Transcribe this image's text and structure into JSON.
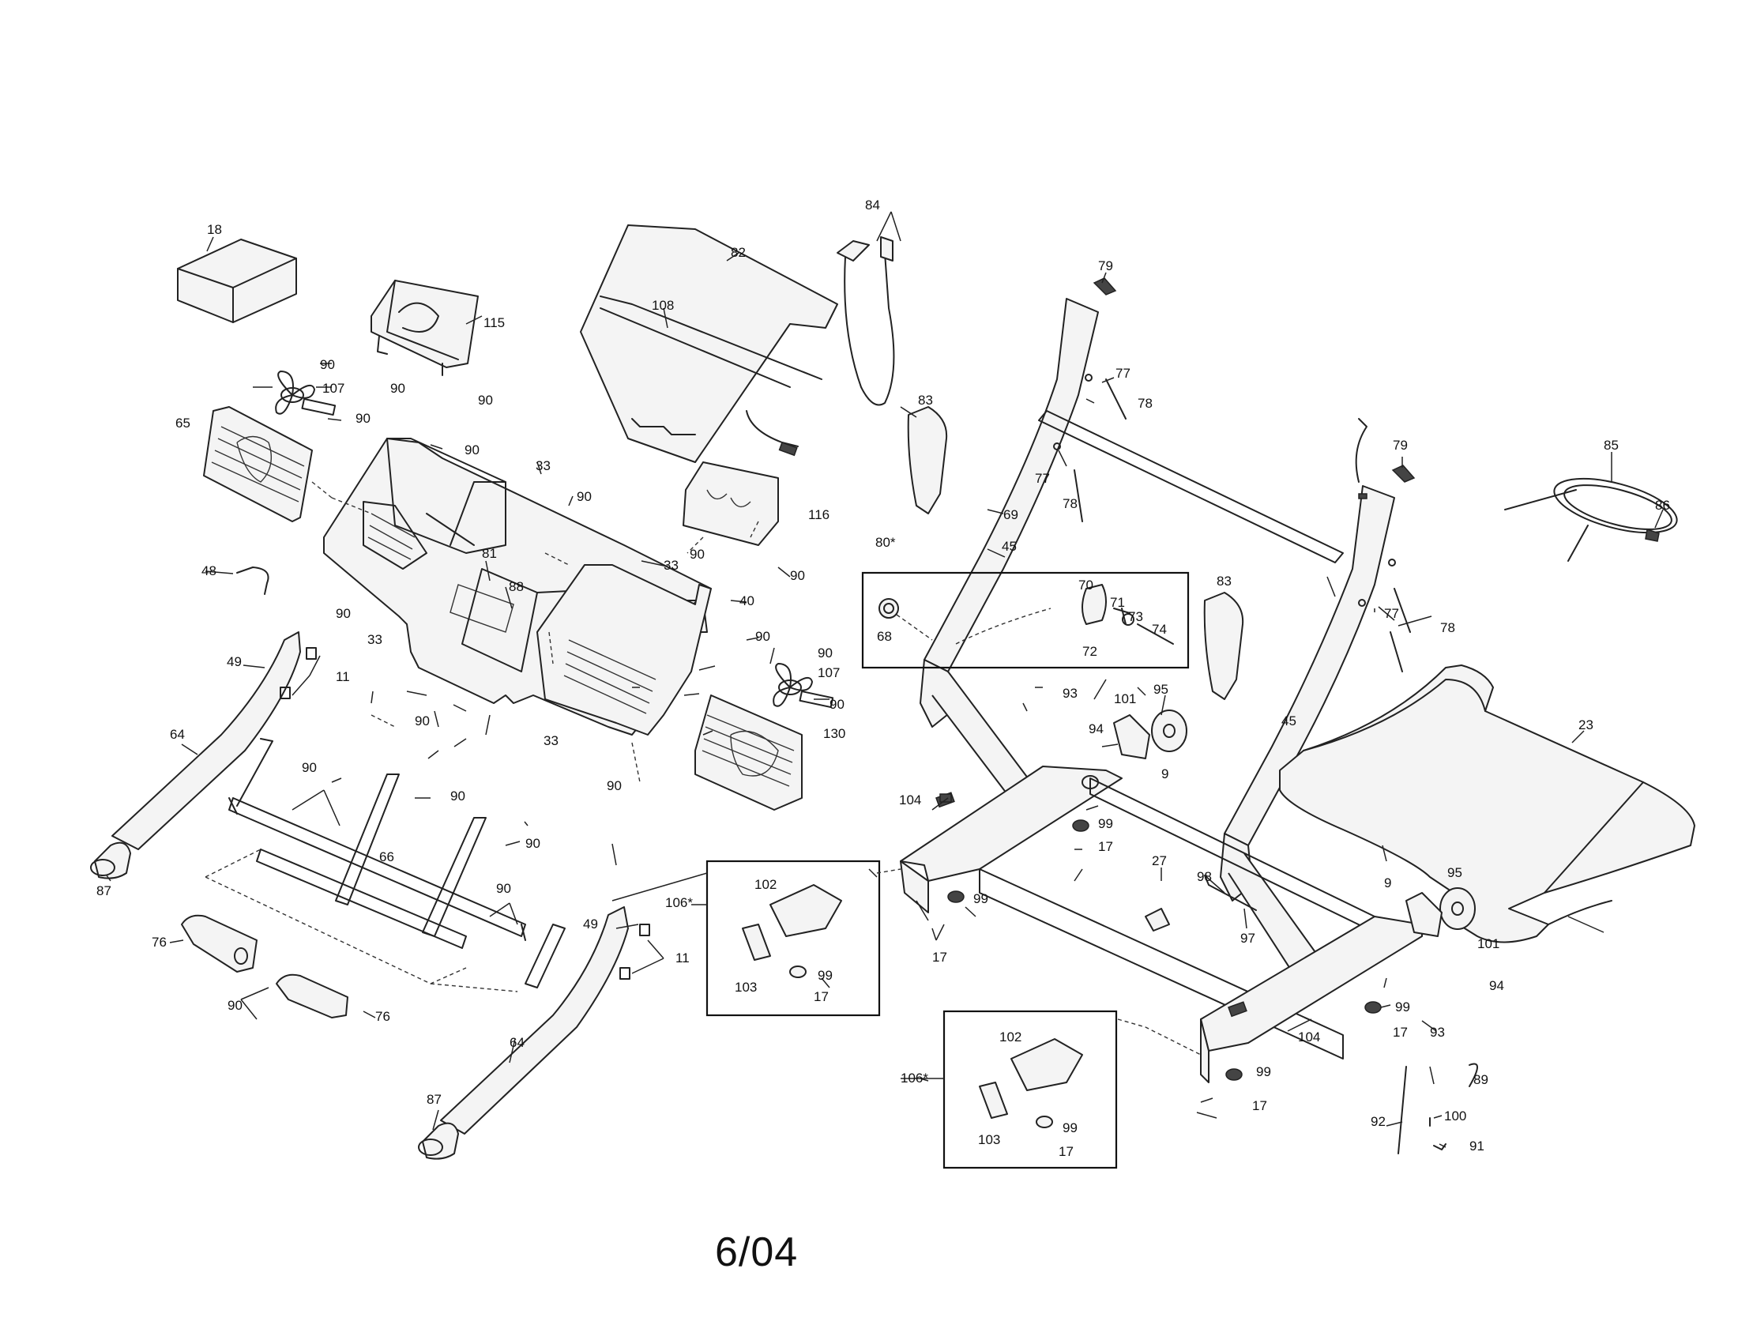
{
  "callouts": {
    "c18": "18",
    "c115": "115",
    "c82": "82",
    "c108": "108",
    "c84": "84",
    "c79a": "79",
    "c79b": "79",
    "c90a": "90",
    "c90b": "90",
    "c90c": "90",
    "c90d": "90",
    "c90e": "90",
    "c90f": "90",
    "c90g": "90",
    "c90h": "90",
    "c90i": "90",
    "c90j": "90",
    "c90k": "90",
    "c90l": "90",
    "c90m": "90",
    "c90n": "90",
    "c90o": "90",
    "c90p": "90",
    "c90q": "90",
    "c107a": "107",
    "c107b": "107",
    "c65": "65",
    "c33a": "33",
    "c33b": "33",
    "c33c": "33",
    "c33d": "33",
    "c116": "116",
    "c81": "81",
    "c88": "88",
    "c40": "40",
    "c48": "48",
    "c49a": "49",
    "c49b": "49",
    "c11a": "11",
    "c11b": "11",
    "c64a": "64",
    "c64b": "64",
    "c87a": "87",
    "c87b": "87",
    "c66": "66",
    "c76a": "76",
    "c76b": "76",
    "c130": "130",
    "c83a": "83",
    "c83b": "83",
    "c69": "69",
    "c80": "80*",
    "c45a": "45",
    "c45b": "45",
    "c68": "68",
    "c70": "70",
    "c71": "71",
    "c73": "73",
    "c72": "72",
    "c74": "74",
    "c77a": "77",
    "c77b": "77",
    "c77c": "77",
    "c78a": "78",
    "c78b": "78",
    "c78c": "78",
    "c85": "85",
    "c86": "86",
    "c23": "23",
    "c93a": "93",
    "c93b": "93",
    "c101a": "101",
    "c101b": "101",
    "c95a": "95",
    "c95b": "95",
    "c94a": "94",
    "c94b": "94",
    "c9a": "9",
    "c9b": "9",
    "c104a": "104",
    "c104b": "104",
    "c99a": "99",
    "c99b": "99",
    "c99c": "99",
    "c99d": "99",
    "c99e": "99",
    "c99f": "99",
    "c17a": "17",
    "c17b": "17",
    "c17c": "17",
    "c17d": "17",
    "c17e": "17",
    "c17f": "17",
    "c27": "27",
    "c98": "98",
    "c97": "97",
    "c106a": "106*",
    "c106b": "106*",
    "c102a": "102",
    "c102b": "102",
    "c103a": "103",
    "c103b": "103",
    "c89": "89",
    "c100": "100",
    "c91": "91",
    "c92": "92"
  },
  "footer": {
    "date_code": "6/04"
  }
}
